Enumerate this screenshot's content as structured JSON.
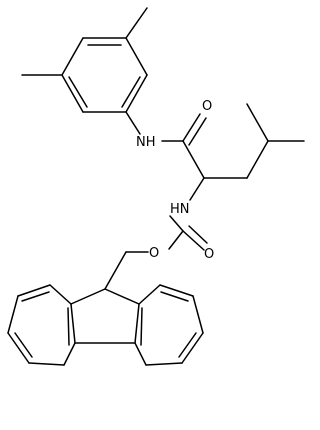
{
  "molecule": {
    "atoms": {
      "amide_nh": "NH",
      "amide_o": "O",
      "carbamate_nh": "HN",
      "carbonyl_o": "O",
      "ester_o": "O"
    }
  },
  "colors": {
    "bond": "#000000",
    "label": "#000000",
    "background": "#ffffff"
  }
}
